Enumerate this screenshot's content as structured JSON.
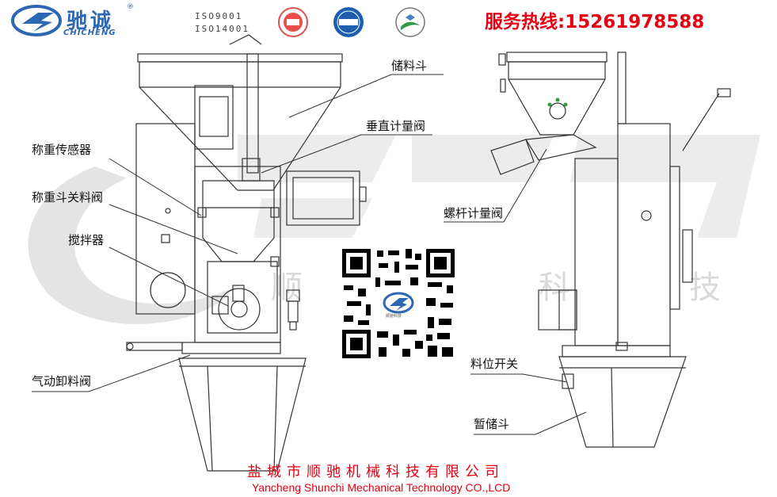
{
  "brand": {
    "name": "驰诚",
    "latin": "CHICHENG",
    "registered_mark": "®",
    "primary_color": "#2b67b3"
  },
  "certifications": {
    "iso_lines": [
      "ISO9001",
      "ISO14001"
    ],
    "badges": [
      "iso-badge",
      "iaf-badge",
      "environmental-badge"
    ]
  },
  "hotline": {
    "text": "服务热线:15261978588",
    "color": "#e60012"
  },
  "watermark": {
    "chars": [
      "顺",
      "科",
      "技"
    ],
    "color": "#d9d9d9"
  },
  "diagram": {
    "labels": {
      "storage_hopper": "储料斗",
      "vertical_metering_valve": "垂直计量阀",
      "weighing_sensor": "称重传感器",
      "weighing_hopper_valve": "称重斗关料阀",
      "mixer": "搅拌器",
      "screw_metering_valve": "螺杆计量阀",
      "pneumatic_discharge_valve": "气动卸料阀",
      "level_switch": "料位开关",
      "temporary_hopper": "暂储斗"
    },
    "qr_caption": "顺驰科技"
  },
  "company": {
    "name_cn": "盐城市顺驰机械科技有限公司",
    "name_en": "Yancheng Shunchi Mechanical Technology CO.,LCD"
  }
}
